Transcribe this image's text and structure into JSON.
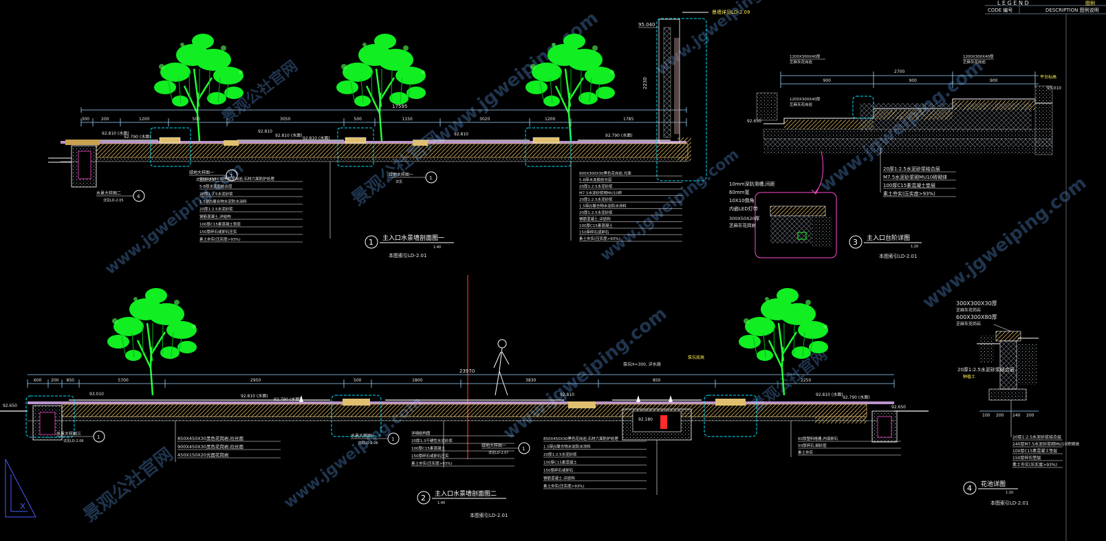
{
  "watermark": {
    "text": "www.jgweiping.com",
    "cn": "景观公社官网"
  },
  "legend": {
    "title": "L E G E N D",
    "col1": "CODE 编号",
    "col2": "DESCRIPTION 图例说明",
    "tag": "图例"
  },
  "section1": {
    "num": "1",
    "title": "主入口水景墙剖面图一",
    "scale": "1:40",
    "ref": "本图索引LD-2.01",
    "total": "17595",
    "dims": [
      "300",
      "200",
      "1200",
      "500",
      "3050",
      "500",
      "1150",
      "3020",
      "1200",
      "1785"
    ],
    "elevs": [
      "92.810 (水面)",
      "92.790 (水面)",
      "92.810",
      "92.810 (水面)",
      "92.810 (水面)",
      "92.810",
      "92.790 (水面)"
    ],
    "top_elev": "95.040",
    "top_note": "景墙详见LD-2.09",
    "wall_h": "2230",
    "callouts": [
      {
        "l1": "水景大样图二",
        "l2": "详见LD-2.05",
        "n": "4"
      },
      {
        "l1": "绿地大样图一",
        "l2": "详见LD-2.07",
        "n": "1"
      },
      {
        "l1": "绿地大样图一",
        "l2": "详见",
        "n": "1"
      }
    ],
    "notes_a": [
      "900X450X30黑色花岗岩,石材六面防护处理",
      "5-8厚水泥胶结合层",
      "20厚1:2.5水泥砂浆",
      "1.5厚JS聚合物水泥防水涂料",
      "20厚1:2.5水泥砂浆",
      "钢筋混凝土,详结构",
      "100厚C15素混凝土垫层",
      "150厚碎石或卵石压实",
      "素土夯实(压实度>93%)"
    ],
    "notes_b": [
      "900X300X30黑色花岗岩,光面",
      "5-8厚水泥胶结合层",
      "20厚1:2.5水泥砂浆",
      "M7.5水泥砂浆砌MU10砖",
      "20厚1:2.5水泥砂浆",
      "1.5厚JS聚合物水泥防水涂料",
      "20厚1:2.5水泥砂浆",
      "钢筋混凝土,详结构",
      "100厚C15素混凝土",
      "150厚碎石或卵石",
      "素土夯实(压实度>93%)"
    ]
  },
  "section2": {
    "num": "2",
    "title": "主入口水景墙剖面图二",
    "scale": "1:40",
    "ref": "本图索引LD-2.01",
    "total": "23970",
    "dims": [
      "600",
      "200",
      "850",
      "5700",
      "2950",
      "500",
      "1800",
      "3830",
      "850",
      "2250"
    ],
    "elevs": [
      "92.650",
      "93.010",
      "92.810 (水面)",
      "92.790 (水面)",
      "92.810",
      "92.810 (水面)",
      "92.790 (水面)",
      "92.650"
    ],
    "pump": "泵坑H=300, 详水施",
    "pump_note": "泵坑底高",
    "pit_elev": "92.180",
    "notes_a": [
      "850X450X30黑色花岗岩,拉丝面",
      "900X450X30黑色花岗岩,拉丝面",
      "450X150X20光面花岗岩"
    ],
    "notes_b": [
      "详细结构图",
      "20厚1:3干硬性水泥砂浆",
      "100厚C15素混凝土",
      "150厚碎石或卵石压实",
      "素土夯实(压实度>93%)"
    ],
    "notes_c": [
      "850X450X30黑色花岗岩,石材六面防护处理",
      "1.5厚JS聚合物水泥防水涂料",
      "20厚1:2.5水泥砂浆",
      "100厚C15素混凝土",
      "150厚碎石或卵石",
      "钢筋混凝土,详结构",
      "素土夯实(压实度>93%)"
    ],
    "notes_d": [
      "60厚塑料格栅,内填卵石",
      "50厚碎石,细砂层",
      "素土夯实"
    ],
    "callouts": [
      {
        "l1": "水景大样图三",
        "l2": "详见LD-2.06",
        "n": "1"
      },
      {
        "l1": "水景大样图一",
        "l2": "详见LD-2.06",
        "n": "1"
      },
      {
        "l1": "绿地大样图一",
        "l2": "详见LD-2.07",
        "n": "1"
      }
    ]
  },
  "section3": {
    "num": "3",
    "title": "主入口台阶详图",
    "scale": "1:20",
    "ref": "本图索引LD-2.01",
    "dims": [
      "2700",
      "900",
      "900",
      "900"
    ],
    "top_notes": [
      "1200X300X40厚",
      "芝麻灰花岗岩",
      "1200X300X40厚",
      "芝麻灰花岗岩",
      "1200X300X40厚",
      "芝麻灰花岗岩"
    ],
    "elev_l": "92.650",
    "elev_r": "93.010",
    "side": "平台标高",
    "inset": [
      "10mm深防滑槽,间距",
      "60mm宽",
      "10X10倒角",
      "内嵌LED灯带",
      "300X50X20厚",
      "芝麻灰花岗岩"
    ],
    "base_notes": [
      "20厚1:2.5水泥砂浆结合层",
      "M7.5水泥砂浆砌MU10砖砌体",
      "100厚C15素混凝土垫层",
      "素土夯实(压实度>93%)"
    ]
  },
  "section4": {
    "num": "4",
    "title": "花池详图",
    "scale": "1:20",
    "ref": "本图索引LD-2.01",
    "top_notes": [
      "300X300X30厚",
      "芝麻灰花岗岩",
      "600X300X80厚",
      "芝麻灰花岗岩"
    ],
    "mid_note": "20厚1:2.5水泥砂浆结合层",
    "mid_note2": "种植土",
    "base_notes": [
      "20厚1:2.5水泥砂浆结合层",
      "240厚M7.5水泥砂浆砌MU10砖砌体",
      "100厚C15素混凝土垫层",
      "150厚碎石垫层",
      "素土夯实(压实度>93%)"
    ],
    "dims": [
      "100",
      "200",
      "240",
      "200"
    ]
  }
}
